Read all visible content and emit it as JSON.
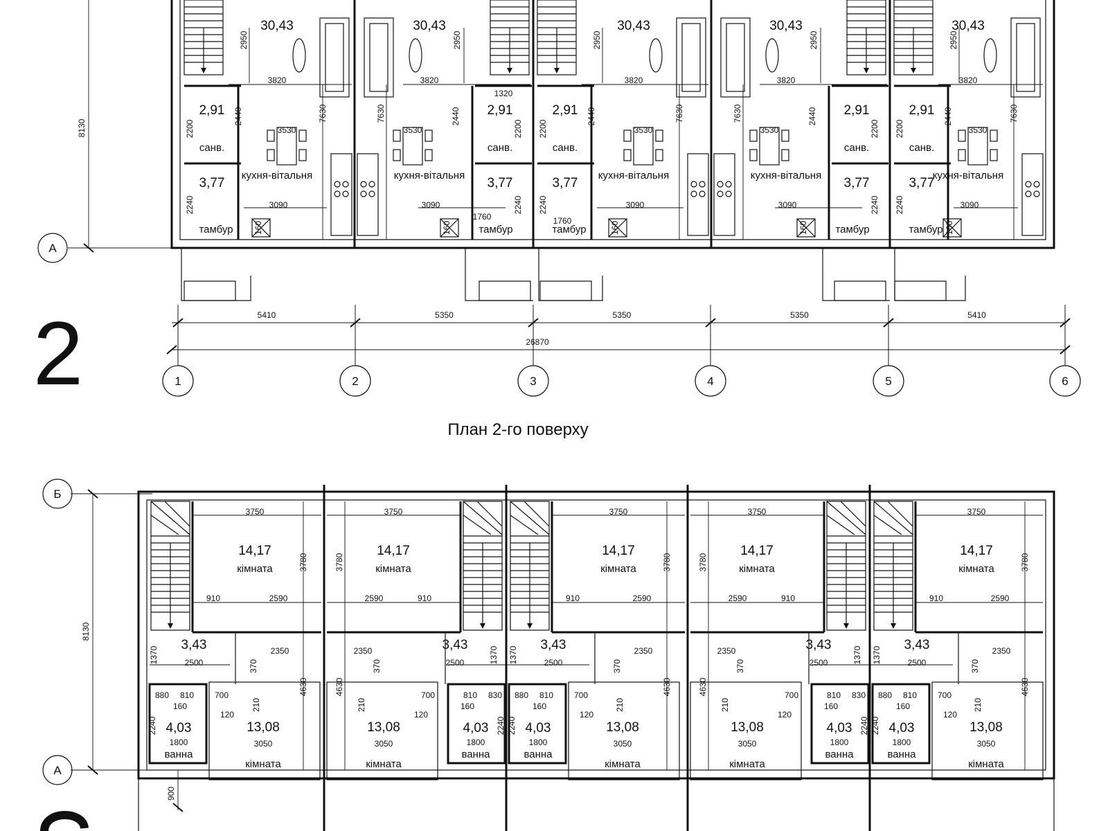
{
  "floor1": {
    "units": [
      {
        "area_living": "30,43",
        "area_bath": "2,91",
        "area_vestibule": "3,77",
        "label_living": "кухня-вітальня",
        "label_bath": "санв.",
        "label_vestibule": "тамбур",
        "dim_living_w": "3820",
        "dim_stair": "2950",
        "dim_table": "3530",
        "dim_wall": "3090",
        "dim_bath_h": "2200",
        "dim_vest_h": "2240",
        "dim_side": "7630",
        "dim_mid": "2440",
        "dim_small": "160"
      },
      {
        "area_living": "30,43",
        "area_bath": "2,91",
        "area_vestibule": "3,77",
        "label_living": "кухня-вітальня",
        "label_bath": "санв.",
        "label_vestibule": "тамбур",
        "dim_living_w": "3820",
        "dim_stair": "2950",
        "dim_table": "3530",
        "dim_wall": "3090",
        "dim_bath_h": "2200",
        "dim_vest_h": "2240",
        "dim_side": "7630",
        "dim_mid": "2440",
        "dim_small": "160"
      },
      {
        "area_living": "30,43",
        "area_bath": "2,91",
        "area_vestibule": "3,77",
        "label_living": "кухня-вітальня",
        "label_bath": "санв.",
        "label_vestibule": "тамбур",
        "dim_living_w": "3820",
        "dim_stair": "2950",
        "dim_table": "3530",
        "dim_wall": "3090",
        "dim_bath_h": "2200",
        "dim_vest_h": "2240",
        "dim_side": "7630",
        "dim_mid": "2440",
        "dim_small": "160"
      },
      {
        "area_living": "30,43",
        "area_bath": "2,91",
        "area_vestibule": "3,77",
        "label_living": "кухня-вітальня",
        "label_bath": "санв.",
        "label_vestibule": "тамбур",
        "dim_living_w": "3820",
        "dim_stair": "2950",
        "dim_table": "3530",
        "dim_wall": "3090",
        "dim_bath_h": "2200",
        "dim_vest_h": "2240",
        "dim_side": "7630",
        "dim_mid": "2440",
        "dim_small": "160"
      },
      {
        "area_living": "30,43",
        "area_bath": "2,91",
        "area_vestibule": "3,77",
        "label_living": "кухня-вітальня",
        "label_bath": "санв.",
        "label_vestibule": "тамбур",
        "dim_living_w": "3820",
        "dim_stair": "2950",
        "dim_table": "3530",
        "dim_wall": "3090",
        "dim_bath_h": "2200",
        "dim_vest_h": "2240",
        "dim_side": "7630",
        "dim_mid": "2440",
        "dim_small": "160"
      }
    ],
    "extra_dims": [
      "1320",
      "1760",
      "1760"
    ],
    "bay_dims": [
      "5410",
      "5350",
      "5350",
      "5350",
      "5410"
    ],
    "total_dim": "26870",
    "height_dim": "8130",
    "axis_rows": [
      "А"
    ],
    "axis_cols": [
      "1",
      "2",
      "3",
      "4",
      "5",
      "6"
    ],
    "big_number": "2"
  },
  "caption": "План 2-го поверху",
  "floor2": {
    "units": [
      {
        "area_room1": "14,17",
        "area_hall": "3,43",
        "area_bath": "4,03",
        "area_room2": "13,08",
        "label_room": "кімната",
        "label_bath": "ванна",
        "d_3750": "3750",
        "d_3780": "3780",
        "d_910": "910",
        "d_2590": "2590",
        "d_1370": "1370",
        "d_2500": "2500",
        "d_2350": "2350",
        "d_370": "370",
        "d_880": "880",
        "d_810": "810",
        "d_700": "700",
        "d_160": "160",
        "d_120": "120",
        "d_210": "210",
        "d_2240": "2240",
        "d_1800": "1800",
        "d_3050": "3050",
        "d_4630": "4630"
      },
      {
        "area_room1": "14,17",
        "area_hall": "3,43",
        "area_bath": "4,03",
        "area_room2": "13,08",
        "label_room": "кімната",
        "label_bath": "ванна",
        "d_3750": "3750",
        "d_3780": "3780",
        "d_910": "910",
        "d_2590": "2590",
        "d_1370": "1370",
        "d_2500": "2500",
        "d_2350": "2350",
        "d_370": "370",
        "d_880": "830",
        "d_810": "810",
        "d_700": "700",
        "d_160": "160",
        "d_120": "120",
        "d_210": "210",
        "d_2240": "2240",
        "d_1800": "1800",
        "d_3050": "3050",
        "d_4630": "4630"
      },
      {
        "area_room1": "14,17",
        "area_hall": "3,43",
        "area_bath": "4,03",
        "area_room2": "13,08",
        "label_room": "кімната",
        "label_bath": "ванна",
        "d_3750": "3750",
        "d_3780": "3780",
        "d_910": "910",
        "d_2590": "2590",
        "d_1370": "1370",
        "d_2500": "2500",
        "d_2350": "2350",
        "d_370": "370",
        "d_880": "880",
        "d_810": "810",
        "d_700": "700",
        "d_160": "160",
        "d_120": "120",
        "d_210": "210",
        "d_2240": "2240",
        "d_1800": "1800",
        "d_3050": "3050",
        "d_4630": "4630"
      },
      {
        "area_room1": "14,17",
        "area_hall": "3,43",
        "area_bath": "4,03",
        "area_room2": "13,08",
        "label_room": "кімната",
        "label_bath": "ванна",
        "d_3750": "3750",
        "d_3780": "3780",
        "d_910": "910",
        "d_2590": "2590",
        "d_1370": "1370",
        "d_2500": "2500",
        "d_2350": "2350",
        "d_370": "370",
        "d_880": "830",
        "d_810": "810",
        "d_700": "700",
        "d_160": "160",
        "d_120": "120",
        "d_210": "210",
        "d_2240": "2240",
        "d_1800": "1800",
        "d_3050": "3050",
        "d_4630": "4630"
      },
      {
        "area_room1": "14,17",
        "area_hall": "3,43",
        "area_bath": "4,03",
        "area_room2": "13,08",
        "label_room": "кімната",
        "label_bath": "ванна",
        "d_3750": "3750",
        "d_3780": "3780",
        "d_910": "910",
        "d_2590": "2590",
        "d_1370": "1370",
        "d_2500": "2500",
        "d_2350": "2350",
        "d_370": "370",
        "d_880": "880",
        "d_810": "810",
        "d_700": "700",
        "d_160": "160",
        "d_120": "120",
        "d_210": "210",
        "d_2240": "2240",
        "d_1800": "1800",
        "d_3050": "3050",
        "d_4630": "4630"
      }
    ],
    "height_dim": "8130",
    "porch_dim": "900",
    "axis_rows": [
      "Б",
      "А"
    ]
  }
}
